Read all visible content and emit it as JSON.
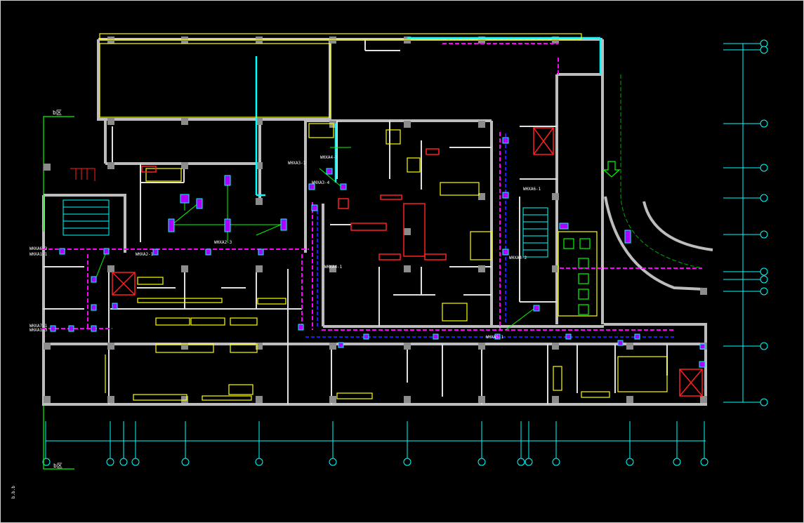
{
  "colors": {
    "background": "#000000",
    "wall": "#bdbdbd",
    "column": "#8c8c8c",
    "grid_axis": "#00ffff",
    "zone_line": "#00ff00",
    "duct_magenta": "#ff00ff",
    "pipe_blue": "#2020ff",
    "fixture_yellow": "#ffff00",
    "equipment_red": "#ff2020",
    "diffuser_purple": "#b000ff"
  },
  "zone_markers": {
    "top": "b区",
    "bottom": "b区"
  },
  "pipe_labels": [
    "WHXA1-1",
    "WHXA1-3",
    "WHXA2-1",
    "WHXA2-3",
    "WHXA3-1",
    "WHXA3-4",
    "WHXA4-1",
    "WHXA4-1",
    "WHXA4-2",
    "WHXA5-1",
    "WHXA6-1",
    "WHXA6-3",
    "WHXA7-1"
  ],
  "icons": {
    "stair": "stair-icon",
    "elevator": "elevator-icon",
    "exit_arrow": "down-arrow-icon",
    "grid_bubble": "grid-bubble-icon"
  },
  "corner_note": "b.b.b"
}
